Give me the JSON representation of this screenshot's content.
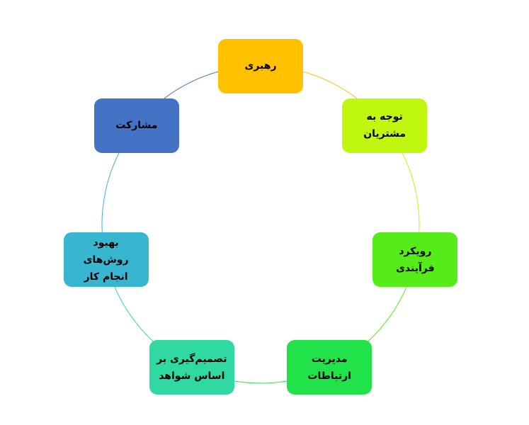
{
  "diagram": {
    "type": "cycle",
    "nodes": [
      {
        "label": "رهبری",
        "color": "#FFC000"
      },
      {
        "label": "توجه به مشتریان",
        "color": "#BFF70F"
      },
      {
        "label": "رویکرد فرآیندی",
        "color": "#55EC1A"
      },
      {
        "label": "مدیریت ارتباطات",
        "color": "#22E24A"
      },
      {
        "label": "تصمیم‌گیری بر اساس شواهد",
        "color": "#30D8A2"
      },
      {
        "label": "بهبود روش‌های انجام کار",
        "color": "#38B5CF"
      },
      {
        "label": "مشارکت",
        "color": "#4472C4"
      }
    ]
  }
}
